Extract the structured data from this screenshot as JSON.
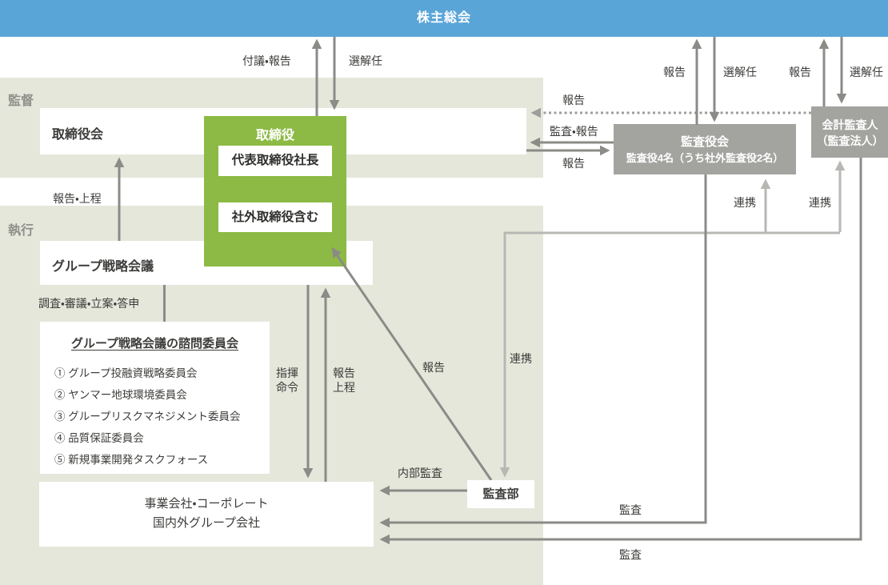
{
  "header": {
    "title": "株主総会"
  },
  "sections": {
    "supervision": "監督",
    "execution": "執行"
  },
  "boxes": {
    "board": {
      "title": "取締役会"
    },
    "directors": {
      "title": "取締役",
      "sub1": "代表取締役社長",
      "sub2": "社外取締役含む"
    },
    "group_strategy": {
      "title": "グループ戦略会議"
    },
    "advisory": {
      "title": "グループ戦略会議の諮問委員会",
      "items": [
        "① グループ投融資戦略委員会",
        "② ヤンマー地球環境委員会",
        "③ グループリスクマネジメント委員会",
        "④ 品質保証委員会",
        "⑤ 新規事業開発タスクフォース"
      ]
    },
    "operating": {
      "line1": "事業会社・コーポレート",
      "line2": "国内外グループ会社"
    },
    "audit_dept": {
      "title": "監査部"
    },
    "audit_board": {
      "line1": "監査役会",
      "line2": "監査役4名（うち社外監査役2名）"
    },
    "accounting_auditor": {
      "line1": "会計監査人",
      "line2": "（監査法人）"
    }
  },
  "arrow_labels": {
    "fugi_hokoku": "付議・報告",
    "sennin_directors": "選解任",
    "hokoku_audit_board_up": "報告",
    "sennin_audit_board": "選解任",
    "hokoku_auditor_up": "報告",
    "sennin_auditor": "選解任",
    "hokoku_dotted": "報告",
    "kansa_hokoku": "監査・報告",
    "hokoku_to_audit_board": "報告",
    "hokoku_jotei": "報告・上程",
    "chosa_shingi": "調査・審議・立案・答申",
    "shiki": "指揮",
    "meirei": "命令",
    "hokoku2": "報告",
    "jotei2": "上程",
    "hokoku_diag": "報告",
    "renkei_audit_board": "連携",
    "renkei_auditor": "連携",
    "renkei_audit_dept": "連携",
    "naibu_kansa": "内部監査",
    "kansa_1": "監査",
    "kansa_2": "監査"
  },
  "colors": {
    "blue": "#5aa5d8",
    "beige": "#e5e7db",
    "green": "#8cba45",
    "graybox": "#a3a3a0",
    "dark": "#8b8b87",
    "light": "#b7b8b4",
    "dot": "#9d9e9a",
    "text": "#3c3c3a",
    "section": "#90908a"
  }
}
